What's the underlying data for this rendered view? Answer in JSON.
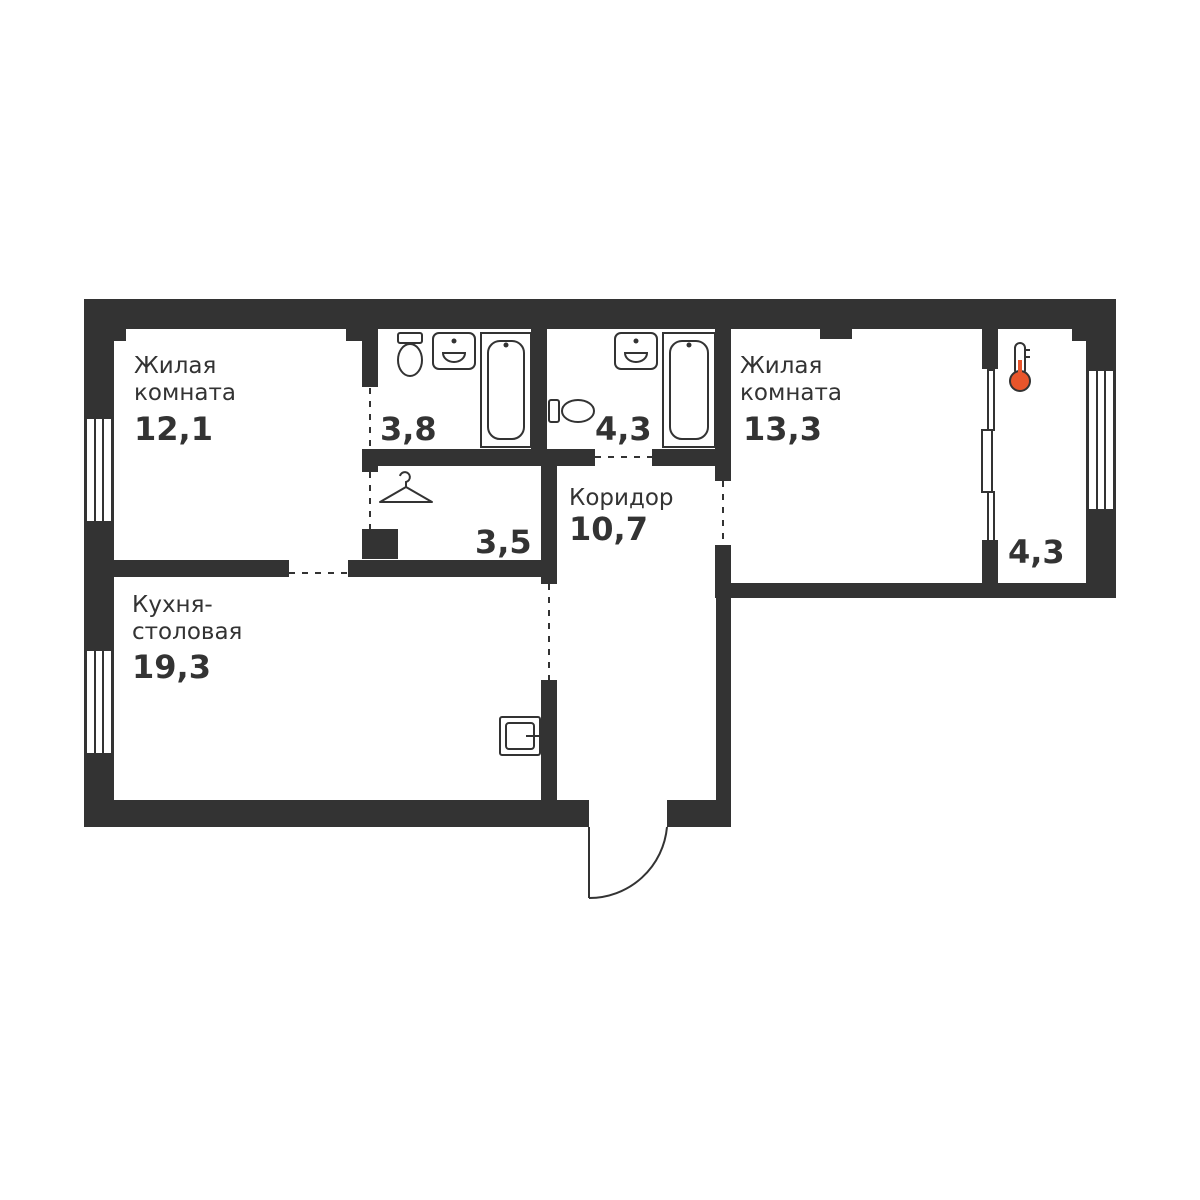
{
  "rooms": {
    "bedroom1": {
      "name_line1": "Жилая",
      "name_line2": "комната",
      "area": "12,1"
    },
    "bathroom1": {
      "area": "3,8"
    },
    "closet": {
      "area": "3,5"
    },
    "bathroom2": {
      "area": "4,3"
    },
    "bedroom2": {
      "name_line1": "Жилая",
      "name_line2": "комната",
      "area": "13,3"
    },
    "balcony": {
      "area": "4,3"
    },
    "corridor": {
      "name": "Коридор",
      "area": "10,7"
    },
    "kitchen": {
      "name_line1": "Кухня-",
      "name_line2": "столовая",
      "area": "19,3"
    }
  },
  "icons": {
    "thermometer": "thermometer-icon",
    "hanger": "hanger-icon",
    "toilet": "toilet-icon",
    "sink": "sink-icon",
    "bathtub": "bathtub-icon",
    "kitchen_sink": "kitchen-sink-icon",
    "door": "entrance-door-icon"
  },
  "colors": {
    "wall": "#333333",
    "thermometer": "#e8552b",
    "background": "#ffffff"
  }
}
